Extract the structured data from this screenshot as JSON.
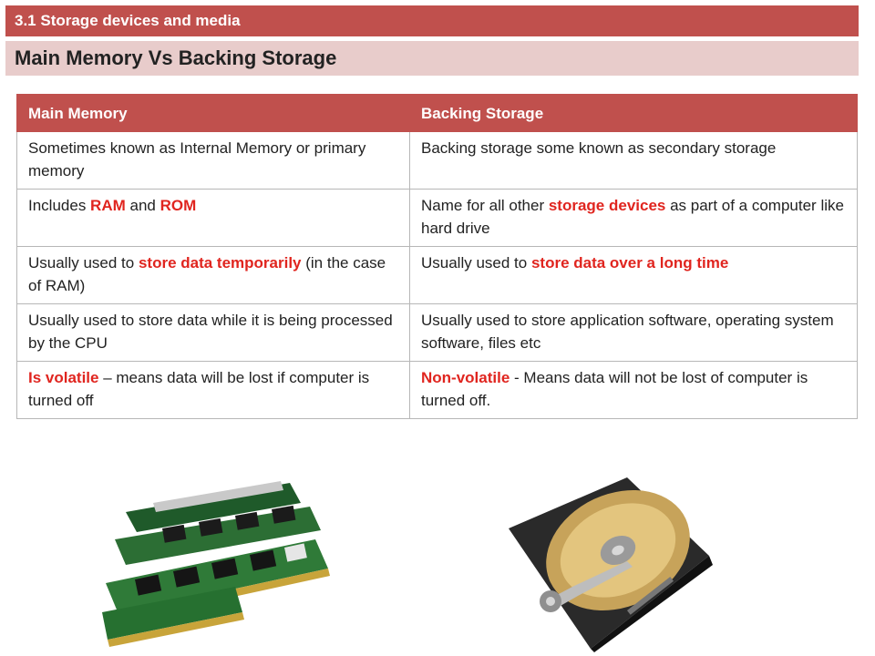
{
  "header": {
    "section": "3.1 Storage devices and media",
    "topic": "Main Memory Vs Backing Storage"
  },
  "table": {
    "columns": [
      "Main Memory",
      "Backing Storage"
    ],
    "rows": [
      [
        [
          {
            "t": "Sometimes known as Internal Memory or primary memory"
          }
        ],
        [
          {
            "t": "Backing storage some known as secondary storage"
          }
        ]
      ],
      [
        [
          {
            "t": "Includes "
          },
          {
            "t": "RAM",
            "hl": true
          },
          {
            "t": " and "
          },
          {
            "t": "ROM",
            "hl": true
          }
        ],
        [
          {
            "t": "Name for all other "
          },
          {
            "t": "storage devices",
            "hl": true
          },
          {
            "t": " as part of a computer like hard drive"
          }
        ]
      ],
      [
        [
          {
            "t": "Usually used to "
          },
          {
            "t": "store data temporarily",
            "hl": true
          },
          {
            "t": " (in the case of RAM)"
          }
        ],
        [
          {
            "t": "Usually used to "
          },
          {
            "t": "store data over a long time",
            "hl": true
          }
        ]
      ],
      [
        [
          {
            "t": "Usually used to store data while it is being processed by the CPU"
          }
        ],
        [
          {
            "t": "Usually used to store application software, operating system software, files etc"
          }
        ]
      ],
      [
        [
          {
            "t": "Is volatile",
            "hl": true
          },
          {
            "t": " – means data will be lost if computer is turned off"
          }
        ],
        [
          {
            "t": "Non-volatile",
            "hl": true
          },
          {
            "t": " - Means data will not be lost of computer is turned off."
          }
        ]
      ]
    ]
  },
  "colors": {
    "accent": "#c0504d",
    "accent_light": "#e8cccb",
    "highlight": "#e0251f"
  },
  "images": {
    "ram": "ram-modules-icon",
    "hdd": "hard-drive-icon"
  }
}
